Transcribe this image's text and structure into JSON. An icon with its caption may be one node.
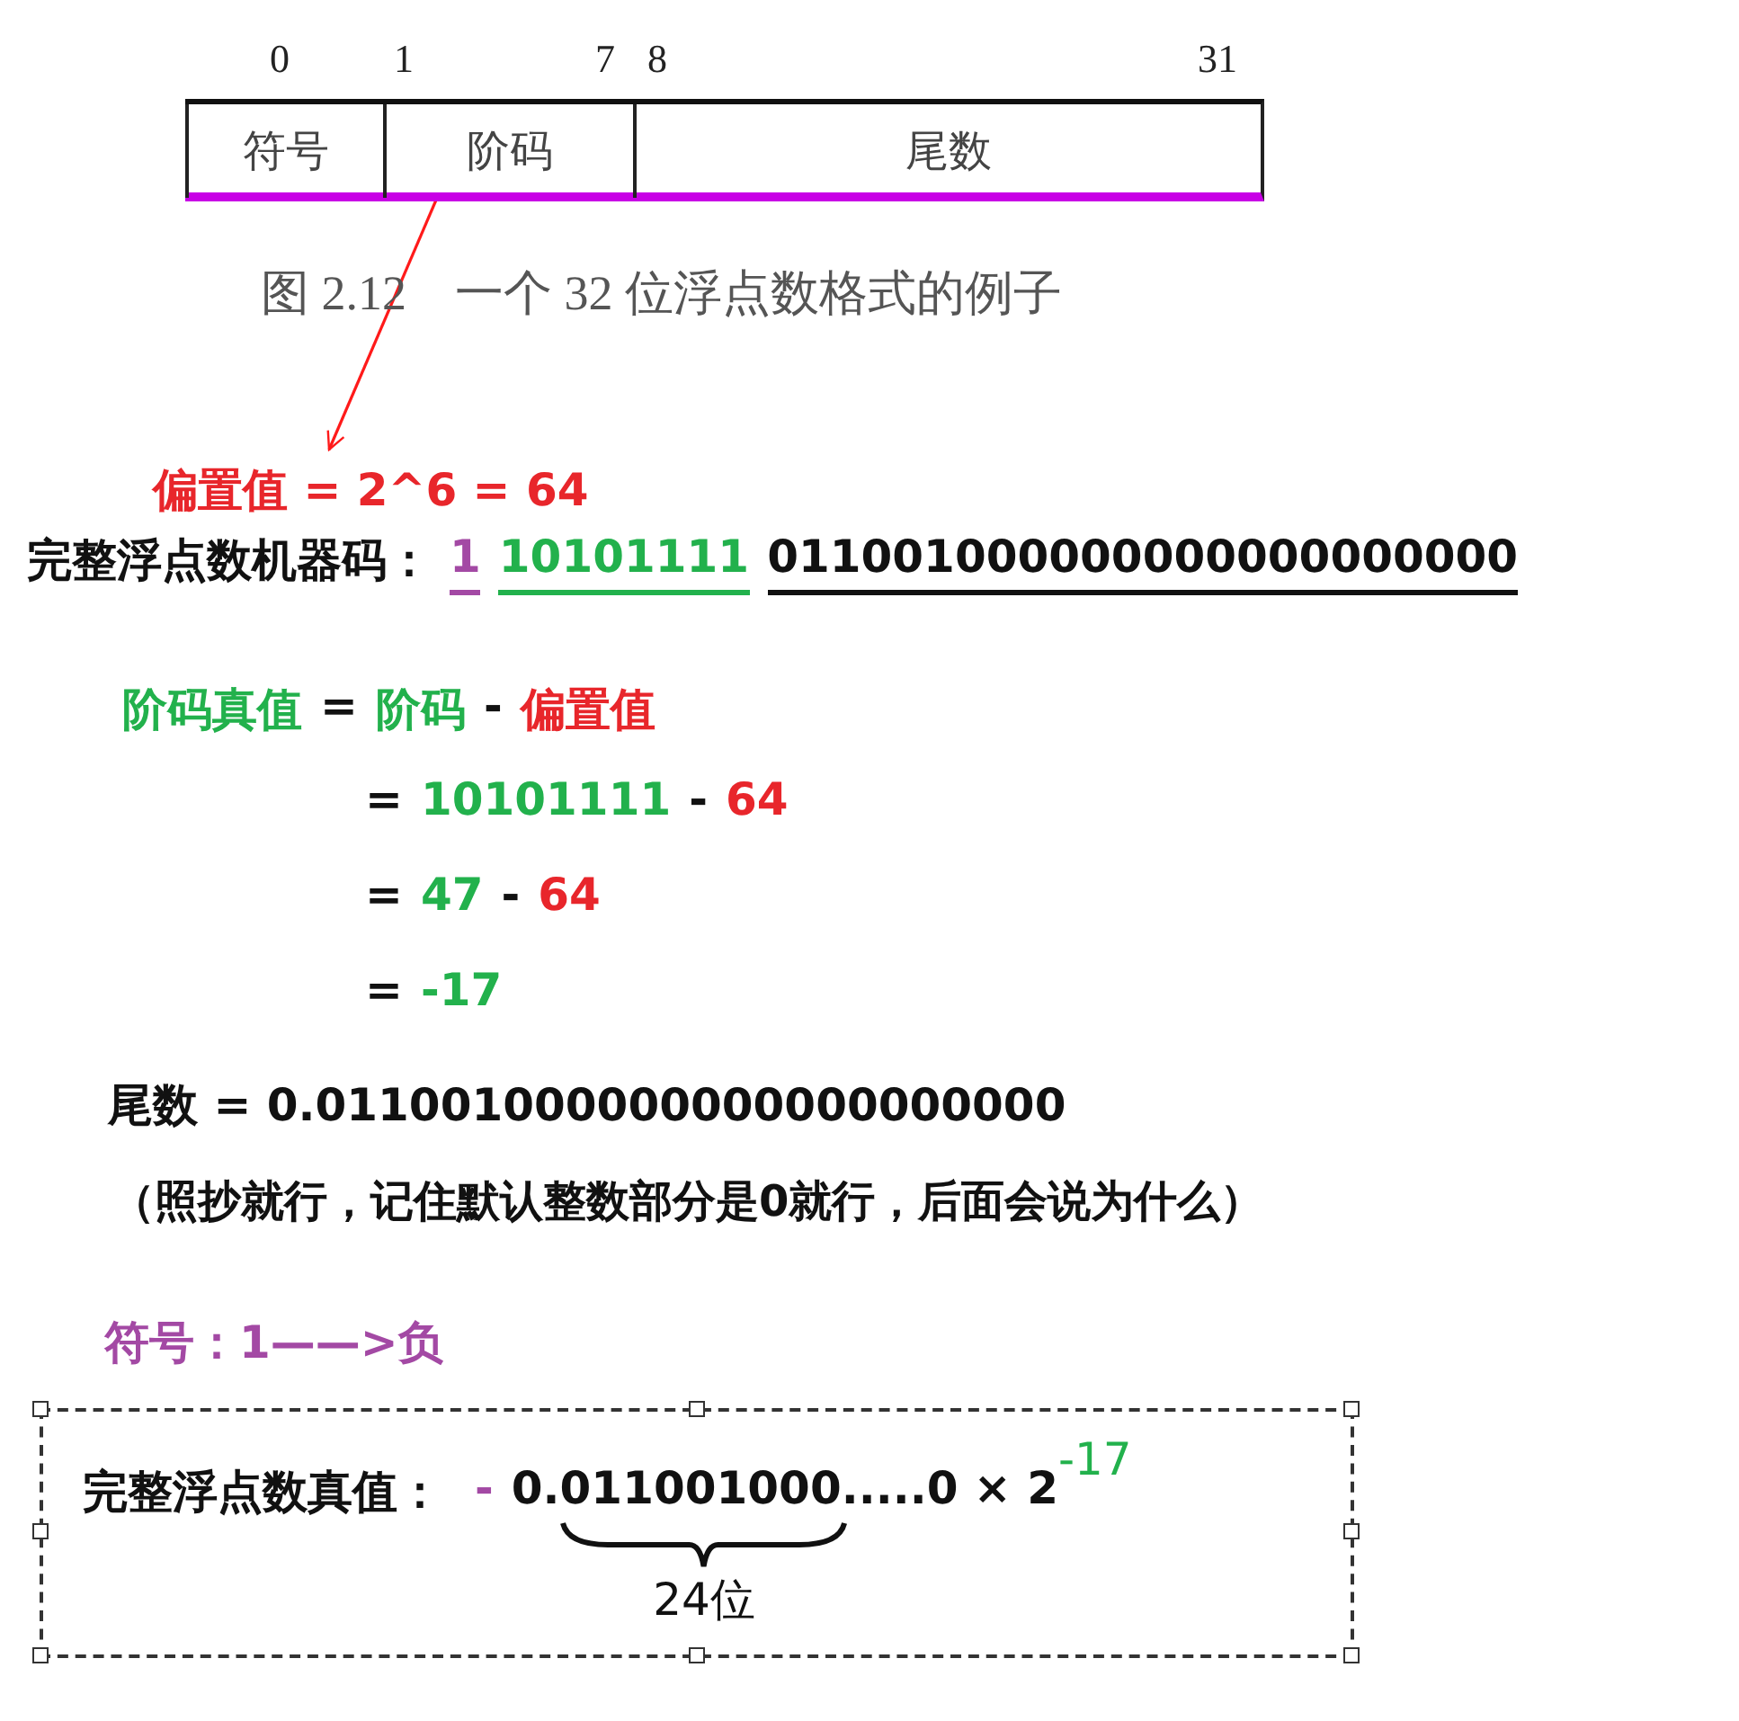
{
  "diagram": {
    "caption": "图 2.12　一个 32 位浮点数格式的例子",
    "nodes": [
      {
        "text": [
          "符号"
        ]
      },
      {
        "text": [
          "阶码"
        ]
      },
      {
        "text": [
          "尾数"
        ]
      },
      {
        "text": [
          "偏置值 = 2^6 = 64"
        ]
      },
      {
        "text": [
          "完整浮点数真值：",
          "-",
          "0.011001000.....0 × 2",
          "-17",
          "24位"
        ]
      }
    ],
    "edges": [
      {
        "from": 1,
        "to": 3,
        "arrow": "to",
        "color": "#ff1a1a"
      }
    ],
    "labels": [
      "0",
      "1",
      "7",
      "8",
      "31",
      "完整浮点数机器码：",
      "1",
      "10101111",
      "011001000000000000000000",
      "阶码真值",
      "=",
      "阶码",
      "-",
      "偏置值",
      "=",
      "10101111",
      "-",
      "64",
      "=",
      "47",
      "-",
      "64",
      "=",
      "-17",
      "尾数 = 0.011001000000000000000000",
      "（照抄就行，记住默认整数部分是0就行，后面会说为什么）",
      "符号：1——>负"
    ]
  }
}
